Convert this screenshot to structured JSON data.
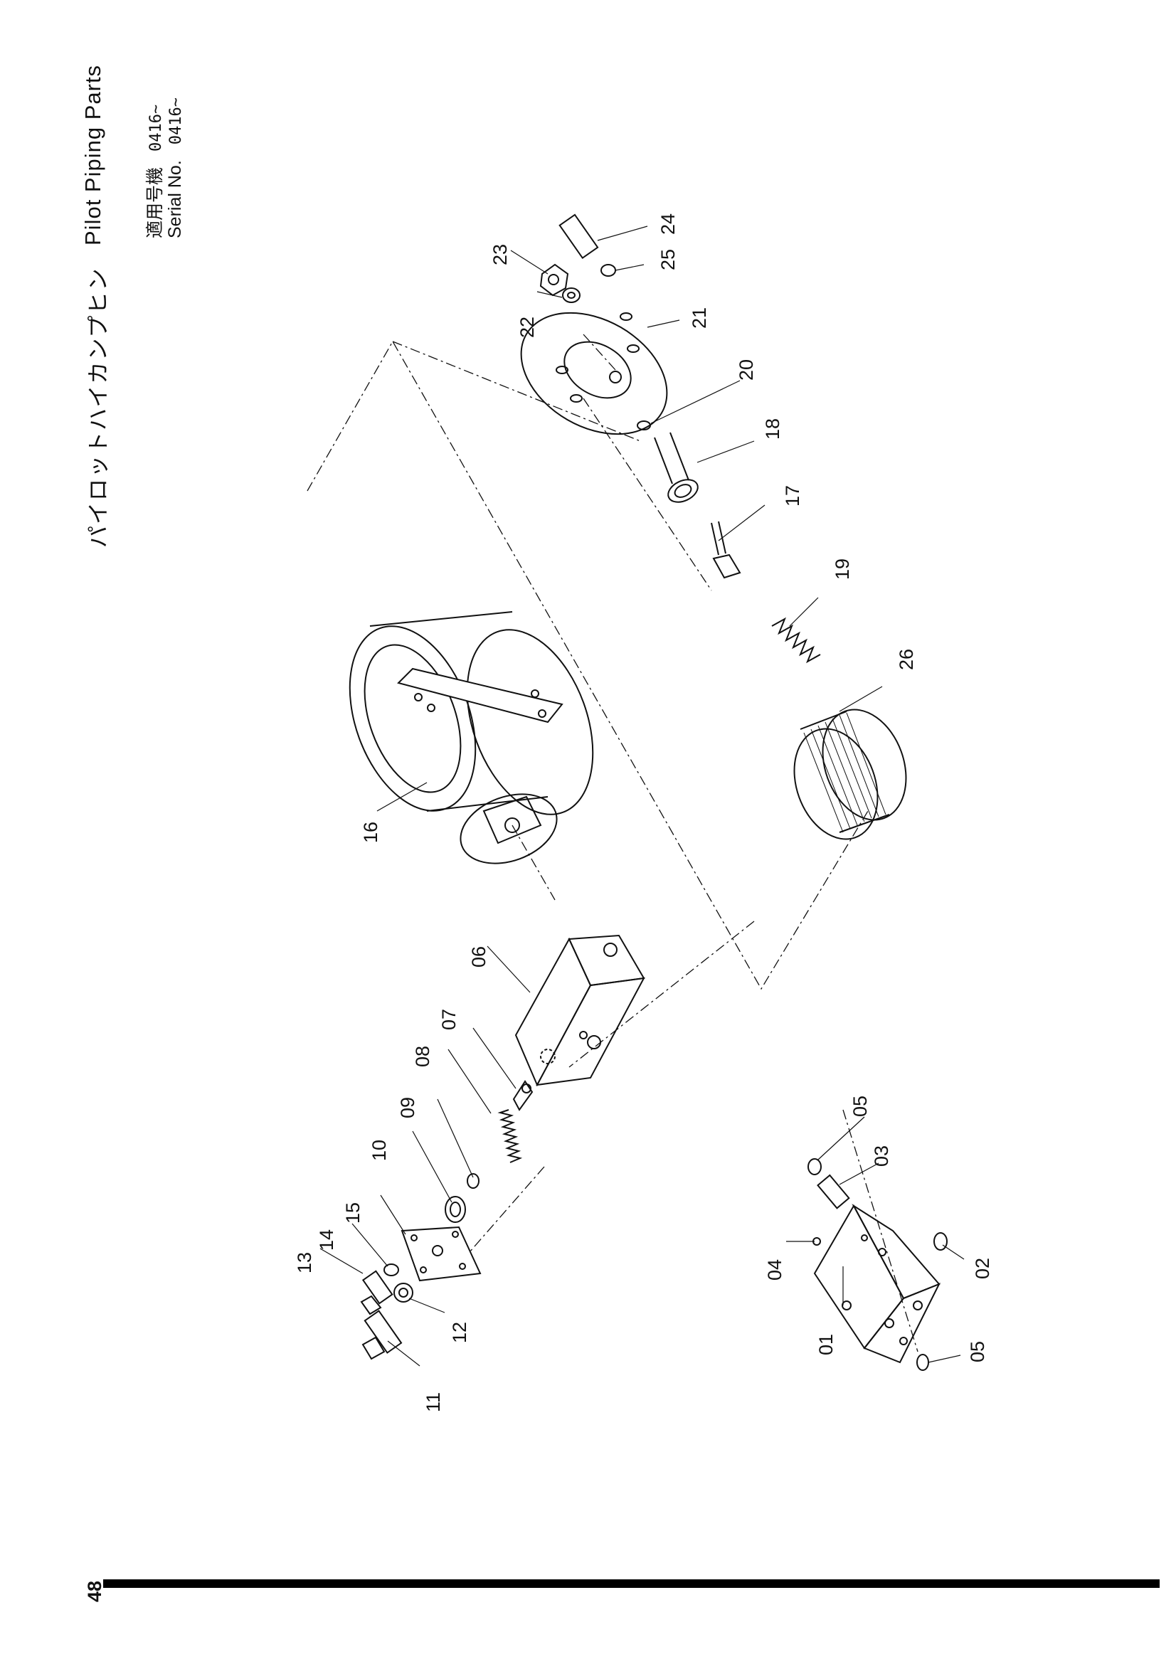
{
  "header": {
    "title_jp": "パイロットハイカンプヒン",
    "title_en": "Pilot Piping Parts",
    "serial_label_jp": "適用号機",
    "serial_label_en": "Serial No.",
    "serial_value_jp": "0416~",
    "serial_value_en": "0416~"
  },
  "page_number": "48",
  "callouts": {
    "c01": "01",
    "c02": "02",
    "c03": "03",
    "c04": "04",
    "c05a": "05",
    "c05b": "05",
    "c06": "06",
    "c07": "07",
    "c08": "08",
    "c09": "09",
    "c10": "10",
    "c11": "11",
    "c12": "12",
    "c13": "13",
    "c14": "14",
    "c15": "15",
    "c16": "16",
    "c17": "17",
    "c18": "18",
    "c19": "19",
    "c20": "20",
    "c21": "21",
    "c22": "22",
    "c23": "23",
    "c24": "24",
    "c25": "25",
    "c26": "26"
  }
}
